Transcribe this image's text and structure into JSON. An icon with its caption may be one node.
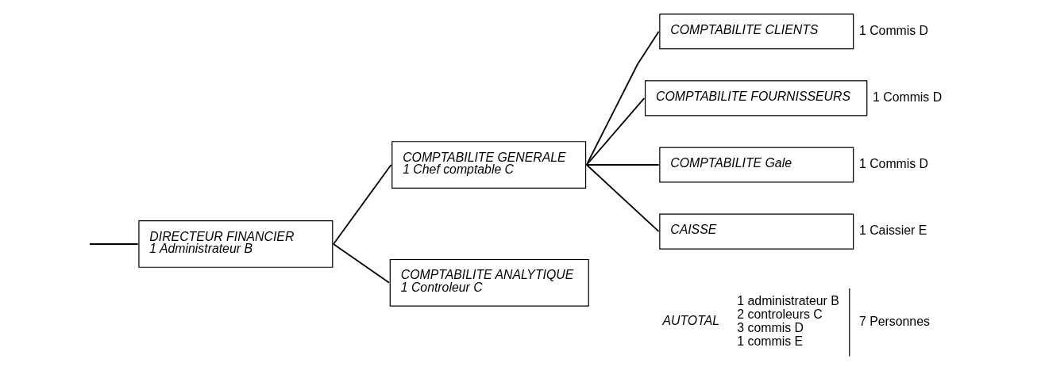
{
  "diagram": {
    "nodes": [
      {
        "text": [
          "DIRECTEUR FINANCIER",
          "1 Administrateur B"
        ]
      },
      {
        "text": [
          "COMPTABILITE GENERALE",
          "1 Chef comptable C"
        ]
      },
      {
        "text": [
          "COMPTABILITE ANALYTIQUE",
          "1 Controleur C"
        ]
      },
      {
        "text": [
          "COMPTABILITE CLIENTS"
        ],
        "beside": [
          "1 Commis D"
        ]
      },
      {
        "text": [
          "COMPTABILITE FOURNISSEURS"
        ],
        "beside": [
          "1 Commis D"
        ]
      },
      {
        "text": [
          "COMPTABILITE Gale"
        ],
        "beside": [
          "1 Commis D"
        ]
      },
      {
        "text": [
          "CAISSE"
        ],
        "beside": [
          "1 Caissier E"
        ]
      }
    ],
    "edges": [
      {
        "from": null,
        "to": 0,
        "arrow": "none"
      },
      {
        "from": 0,
        "to": 1,
        "arrow": "none"
      },
      {
        "from": 0,
        "to": 2,
        "arrow": "none"
      },
      {
        "from": 1,
        "to": 3,
        "arrow": "none"
      },
      {
        "from": 1,
        "to": 4,
        "arrow": "none"
      },
      {
        "from": 1,
        "to": 5,
        "arrow": "none"
      },
      {
        "from": 1,
        "to": 6,
        "arrow": "none"
      }
    ],
    "labels": [
      "AUTOTAL",
      "1 administrateur B",
      "2 controleurs C",
      "3 commis D",
      "1 commis E",
      "7 Personnes"
    ]
  }
}
